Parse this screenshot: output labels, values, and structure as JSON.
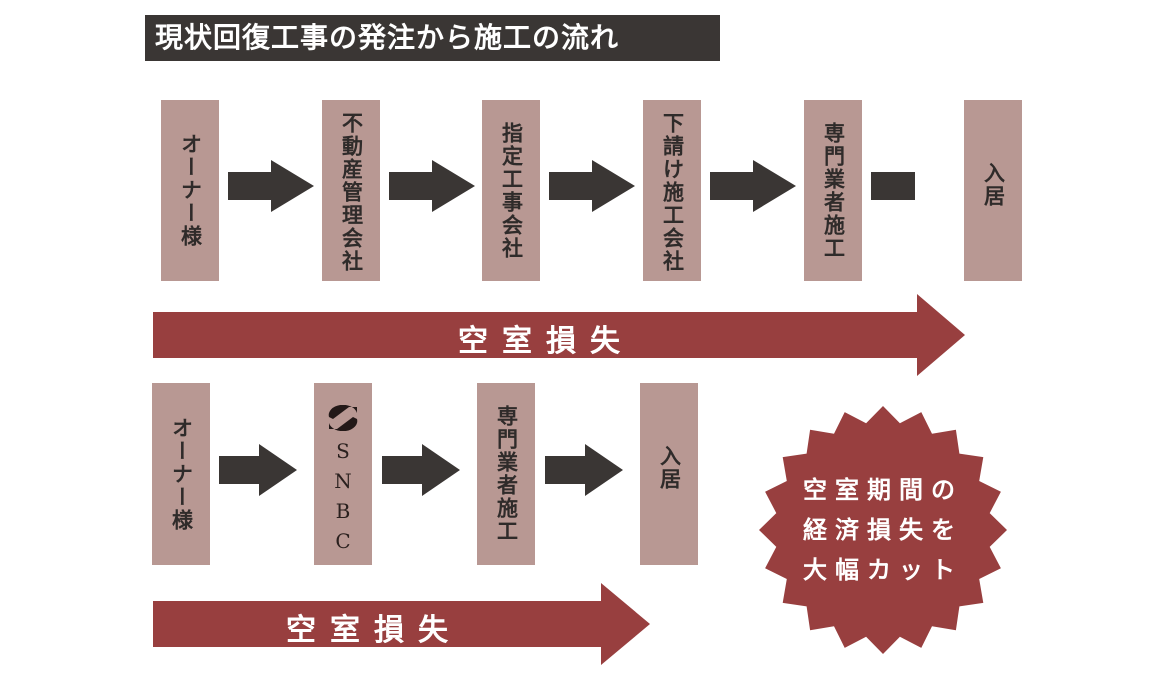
{
  "title": "現状回復工事の発注から施工の流れ",
  "colors": {
    "box": "#b89893",
    "arrow": "#3a3634",
    "band": "#983f3f",
    "title_bg": "#3a3634"
  },
  "current_flow": {
    "steps": [
      "オーナー様",
      "不動産管理会社",
      "指定工事会社",
      "下請け施工会社",
      "専門業者施工",
      "入居"
    ],
    "loss_label": "空室損失"
  },
  "snbc_flow": {
    "steps": [
      "オーナー様",
      "SNBC",
      "専門業者施工",
      "入居"
    ],
    "logo": "SNBC-logo",
    "loss_label": "空室損失"
  },
  "badge": {
    "lines": [
      "空室期間の",
      "経済損失を",
      "大幅カット"
    ]
  }
}
